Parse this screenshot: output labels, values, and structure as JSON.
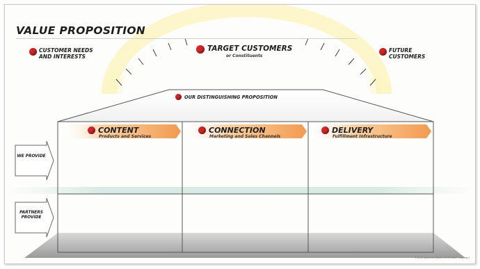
{
  "title": "VALUE PROPOSITION",
  "customer_needs": "CUSTOMER NEEDS AND INTERESTS",
  "target": {
    "title": "TARGET CUSTOMERS",
    "subtitle": "or Constituents"
  },
  "future": "FUTURE CUSTOMERS",
  "distinguishing": "OUR DISTINGUISHING PROPOSITION",
  "columns": [
    {
      "title": "CONTENT",
      "subtitle": "Products and Services"
    },
    {
      "title": "CONNECTION",
      "subtitle": "Marketing and Sales Channels"
    },
    {
      "title": "DELIVERY",
      "subtitle": "Fulfillment Infrastructure"
    }
  ],
  "rows": {
    "we_provide": "WE PROVIDE",
    "partners_provide": "PARTNERS PROVIDE"
  },
  "footer": "©2012 Business Model Generation  copyright",
  "colors": {
    "dot": "#d22525",
    "arrow": "#f4a25c",
    "glow": "#fbf3b0",
    "grid": "#555555"
  }
}
